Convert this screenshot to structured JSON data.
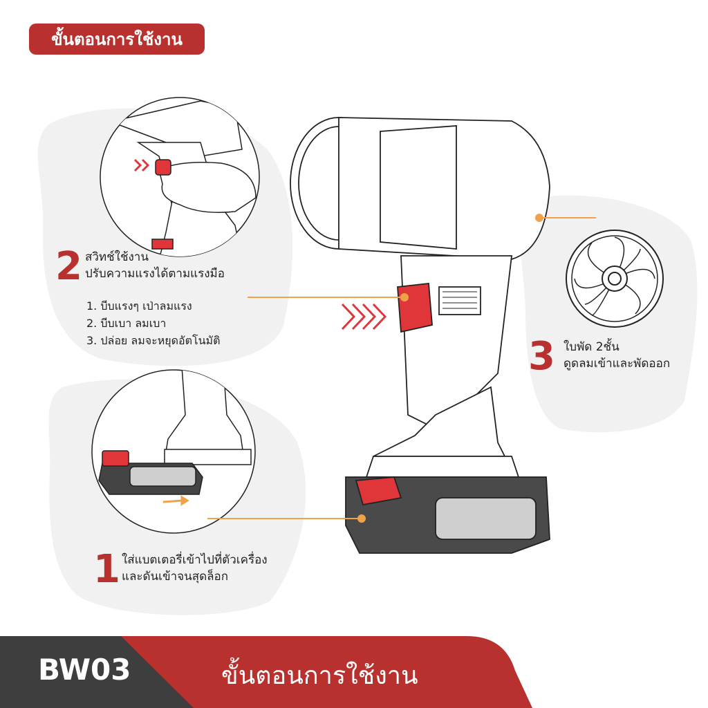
{
  "header": {
    "badge_label": "ขั้นตอนการใช้งาน"
  },
  "steps": {
    "step2": {
      "number": "2",
      "title": "สวิทช์ใช้งาน",
      "subtitle": "ปรับความแรงได้ตามแรงมือ",
      "items": [
        "1. บีบแรงๆ เป่าลมแรง",
        "2. บีบเบา ลมเบา",
        "3. ปล่อย ลมจะหยุดอัตโนมัติ"
      ]
    },
    "step3": {
      "number": "3",
      "line1": "ใบพัด 2ชั้น",
      "line2": "ดูดลมเข้าและพัดออก"
    },
    "step1": {
      "number": "1",
      "line1": "ใส่แบตเตอรี่เข้าไปที่ตัวเครื่อง",
      "line2": "และดันเข้าจนสุดล็อก"
    }
  },
  "footer": {
    "model": "BW03",
    "title": "ขั้นตอนการใช้งาน"
  },
  "colors": {
    "accent": "#b8312f",
    "leader_line": "#f0a24a",
    "dark": "#3e3e3e",
    "blob": "#f1f1f1"
  },
  "icons": [
    "chevron-arrows-icon",
    "arrow-right-icon",
    "fan-blade-icon"
  ]
}
